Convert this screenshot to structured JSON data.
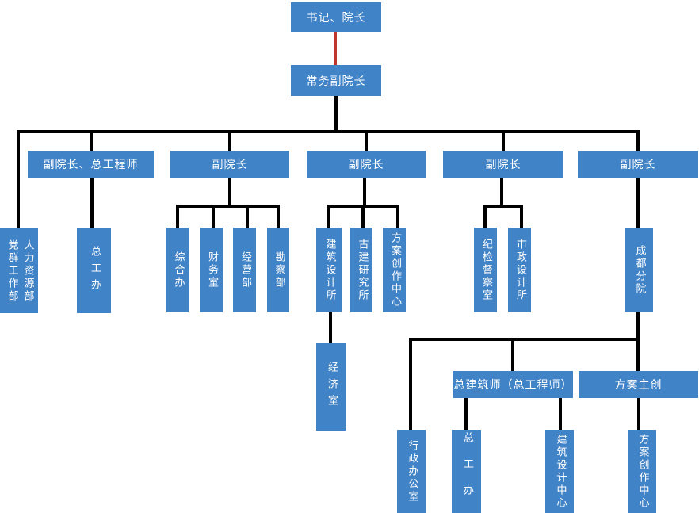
{
  "diagram": {
    "type": "org-chart",
    "title": "",
    "colors": {
      "node_fill": "#4183c7",
      "node_text": "#ffffff",
      "connector": "#000000",
      "root_connector_red": "#bf362c"
    },
    "nodes": {
      "secretary_president": "书记、院长",
      "executive_vice_president": "常务副院长",
      "vp_chief_engineer": "副院长、总工程师",
      "vp_1": "副院长",
      "vp_2": "副院长",
      "vp_3": "副院长",
      "vp_4": "副院长",
      "party_mass_work_dept": "党群工作部",
      "human_resources_dept": "人力资源部",
      "chief_engineer_office": "总工办",
      "general_affairs_office": "综合办",
      "finance_office": "财务室",
      "business_dept": "经营部",
      "survey_dept": "勘察部",
      "architectural_design_institute": "建筑设计所",
      "ancient_architecture_research_institute": "古建研究所",
      "scheme_creation_center": "方案创作中心",
      "economic_office": "经济室",
      "discipline_inspection_office": "纪检督察室",
      "municipal_design_institute": "市政设计所",
      "chengdu_branch": "成都分院",
      "administrative_office": "行政办公室",
      "chief_architect": "总建筑师（总工程师）",
      "scheme_lead": "方案主创",
      "branch_chief_engineer_office": "总工办",
      "architectural_design_center": "建筑设计中心",
      "branch_scheme_creation_center": "方案创作中心"
    },
    "hierarchy": {
      "label": "书记、院长",
      "children": [
        {
          "label": "常务副院长",
          "children": [
            {
              "label": "党群工作部 / 人力资源部",
              "children": []
            },
            {
              "label": "副院长、总工程师",
              "children": [
                {
                  "label": "总工办",
                  "children": []
                }
              ]
            },
            {
              "label": "副院长",
              "children": [
                {
                  "label": "综合办",
                  "children": []
                },
                {
                  "label": "财务室",
                  "children": []
                },
                {
                  "label": "经营部",
                  "children": []
                },
                {
                  "label": "勘察部",
                  "children": []
                }
              ]
            },
            {
              "label": "副院长",
              "children": [
                {
                  "label": "建筑设计所",
                  "children": [
                    {
                      "label": "经济室",
                      "children": []
                    }
                  ]
                },
                {
                  "label": "古建研究所",
                  "children": []
                },
                {
                  "label": "方案创作中心",
                  "children": []
                }
              ]
            },
            {
              "label": "副院长",
              "children": [
                {
                  "label": "纪检督察室",
                  "children": []
                },
                {
                  "label": "市政设计所",
                  "children": []
                }
              ]
            },
            {
              "label": "副院长",
              "children": [
                {
                  "label": "成都分院",
                  "children": [
                    {
                      "label": "行政办公室",
                      "children": []
                    },
                    {
                      "label": "总建筑师（总工程师）",
                      "children": [
                        {
                          "label": "总工办",
                          "children": []
                        },
                        {
                          "label": "建筑设计中心",
                          "children": []
                        }
                      ]
                    },
                    {
                      "label": "方案主创",
                      "children": [
                        {
                          "label": "方案创作中心",
                          "children": []
                        }
                      ]
                    }
                  ]
                }
              ]
            }
          ]
        }
      ]
    }
  }
}
